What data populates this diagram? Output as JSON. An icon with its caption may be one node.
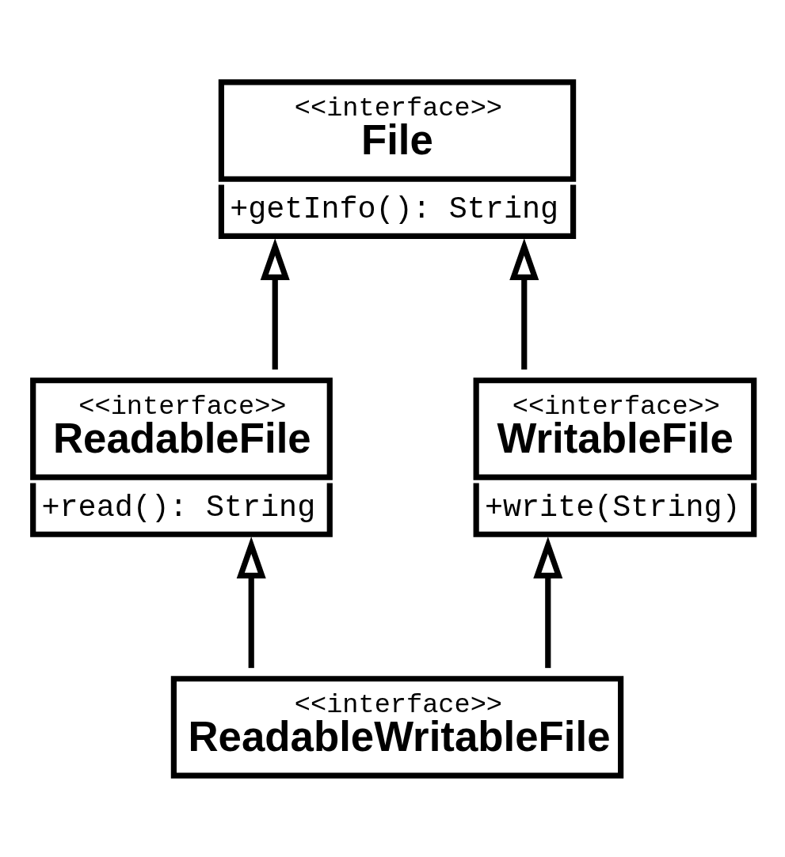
{
  "diagram": {
    "nodes": [
      {
        "text": [
          "<<interface>>",
          "File",
          "+getInfo(): String"
        ]
      },
      {
        "text": [
          "<<interface>>",
          "ReadableFile",
          "+read(): String"
        ]
      },
      {
        "text": [
          "<<interface>>",
          "WritableFile",
          "+write(String)"
        ]
      },
      {
        "text": [
          "<<interface>>",
          "ReadableWritableFile"
        ]
      }
    ],
    "edges": [
      {
        "from": 1,
        "to": 0,
        "arrow": "to"
      },
      {
        "from": 2,
        "to": 0,
        "arrow": "to"
      },
      {
        "from": 3,
        "to": 1,
        "arrow": "to"
      },
      {
        "from": 3,
        "to": 2,
        "arrow": "to"
      }
    ]
  }
}
